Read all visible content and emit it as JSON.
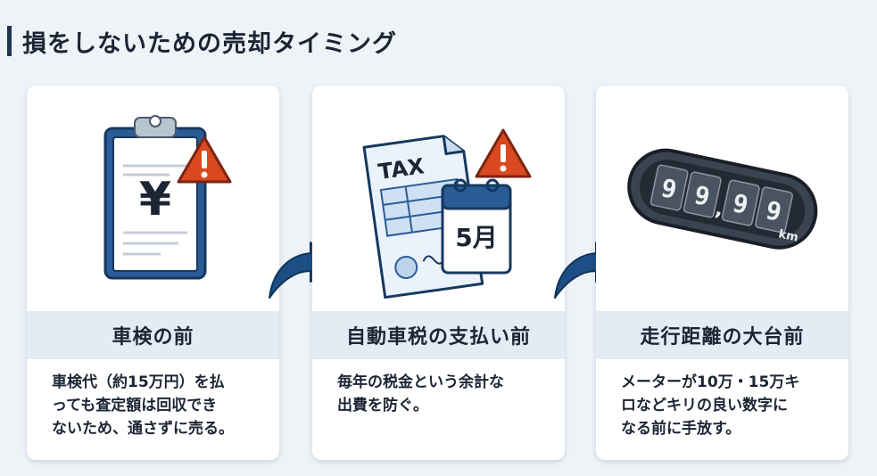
{
  "page": {
    "title": "損をしないための売却タイミング"
  },
  "cards": [
    {
      "heading": "車検の前",
      "desc_lines": [
        "車検代（約15万円）を払",
        "っても査定額は回収でき",
        "ないため、通さずに売る。"
      ],
      "icon": "clipboard-yen-warning-icon",
      "symbol": "¥"
    },
    {
      "heading": "自動車税の支払い前",
      "desc_lines": [
        "毎年の税金という余計な",
        "出費を防ぐ。"
      ],
      "icon": "tax-document-calendar-warning-icon",
      "doc_label": "TAX",
      "calendar_label": "5月"
    },
    {
      "heading": "走行距離の大台前",
      "desc_lines": [
        "メーターが10万・15万キ",
        "ロなどキリの良い数字に",
        "なる前に手放す。"
      ],
      "icon": "odometer-icon",
      "digits": [
        "9",
        "9",
        "9",
        "9"
      ],
      "separator": ",",
      "unit": "km"
    }
  ],
  "colors": {
    "accent": "#2a5d96",
    "warning": "#d9481f",
    "background": "#eef3f8",
    "band": "#e3ebf4"
  }
}
